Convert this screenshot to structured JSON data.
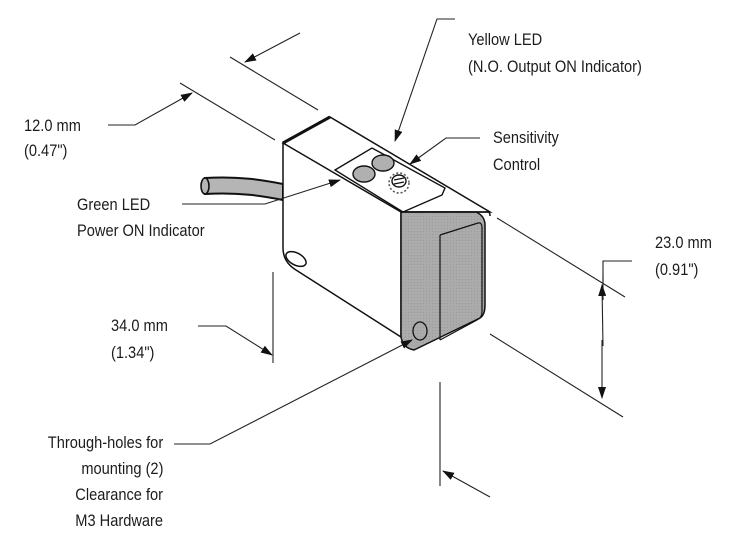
{
  "diagram": {
    "subject": "Photoelectric sensor dimensional drawing",
    "colors": {
      "line": "#1a1a1a",
      "housing_face": "#ffffff",
      "lens_cover": "#a9a9a9",
      "led": "#b0b0b0",
      "cable": "#b5b5b5"
    },
    "callouts": {
      "yellow_led": {
        "line1": "Yellow LED",
        "line2": "(N.O. Output ON Indicator)"
      },
      "sensitivity": {
        "line1": "Sensitivity",
        "line2": "Control"
      },
      "green_led": {
        "line1": "Green LED",
        "line2": "Power ON Indicator"
      },
      "through_holes": {
        "line1": "Through-holes for",
        "line2": "mounting (2)",
        "line3": "Clearance for",
        "line4": "M3 Hardware"
      }
    },
    "dimensions": {
      "width": {
        "metric": "12.0 mm",
        "imperial": "(0.47\")"
      },
      "height": {
        "metric": "23.0 mm",
        "imperial": "(0.91\")"
      },
      "length": {
        "metric": "34.0 mm",
        "imperial": "(1.34\")"
      }
    }
  }
}
